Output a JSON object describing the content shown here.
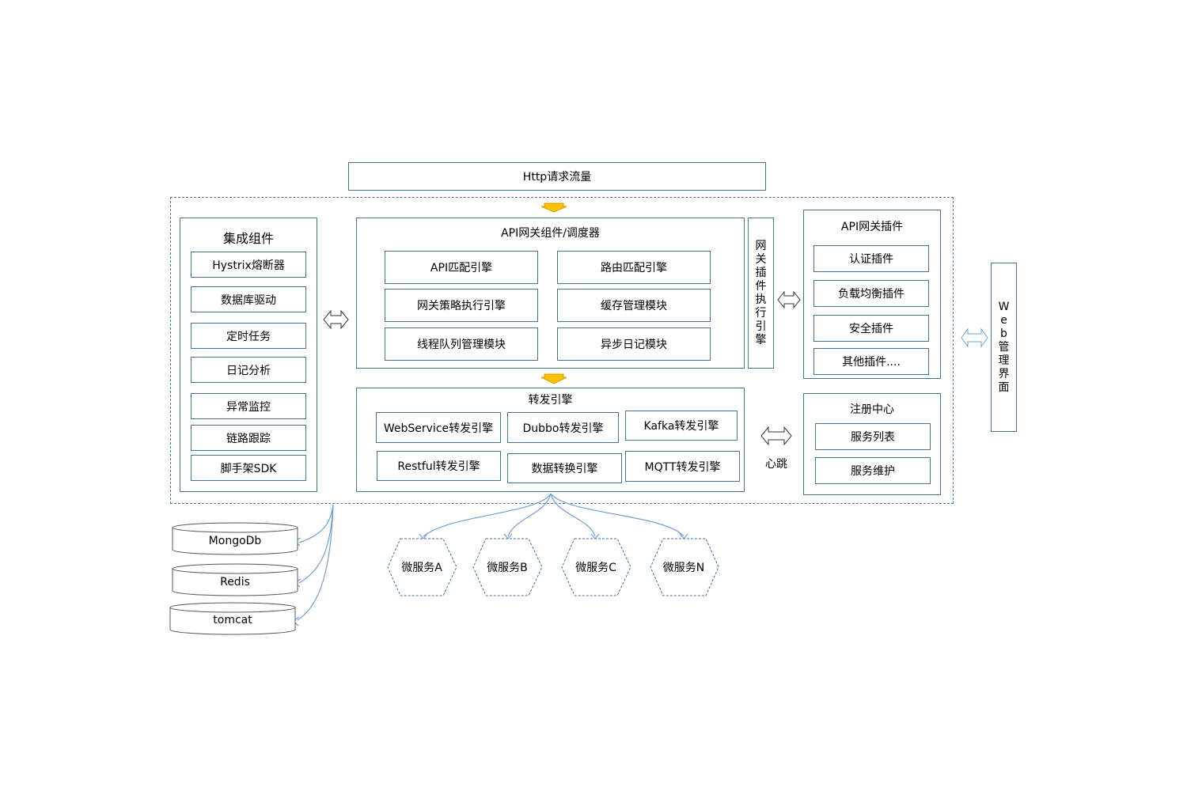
{
  "http_request": "Http请求流量",
  "integration": {
    "title": "集成组件",
    "items": [
      "Hystrix熔断器",
      "数据库驱动",
      "定时任务",
      "日记分析",
      "异常监控",
      "链路跟踪",
      "脚手架SDK"
    ]
  },
  "gateway": {
    "title": "API网关组件/调度器",
    "items": [
      "API匹配引擎",
      "路由匹配引擎",
      "网关策略执行引擎",
      "缓存管理模块",
      "线程队列管理模块",
      "异步日记模块"
    ]
  },
  "plugin_engine_label": "网关插件执行引擎",
  "plugins": {
    "title": "API网关插件",
    "items": [
      "认证插件",
      "负载均衡插件",
      "安全插件",
      "其他插件...."
    ]
  },
  "forward": {
    "title": "转发引擎",
    "items": [
      "WebService转发引擎",
      "Dubbo转发引擎",
      "Kafka转发引擎",
      "Restful转发引擎",
      "数据转换引擎",
      "MQTT转发引擎"
    ]
  },
  "heartbeat": "心跳",
  "registry": {
    "title": "注册中心",
    "items": [
      "服务列表",
      "服务维护"
    ]
  },
  "web_admin": "Web管理界面",
  "databases": [
    "MongoDb",
    "Redis",
    "tomcat"
  ],
  "microservices": [
    "微服务A",
    "微服务B",
    "微服务C",
    "微服务N"
  ],
  "colors": {
    "border": "#41719c",
    "arrow_fill": "#ffc000",
    "arrow_stroke": "#d29a00",
    "connector": "#6f9fd8"
  }
}
